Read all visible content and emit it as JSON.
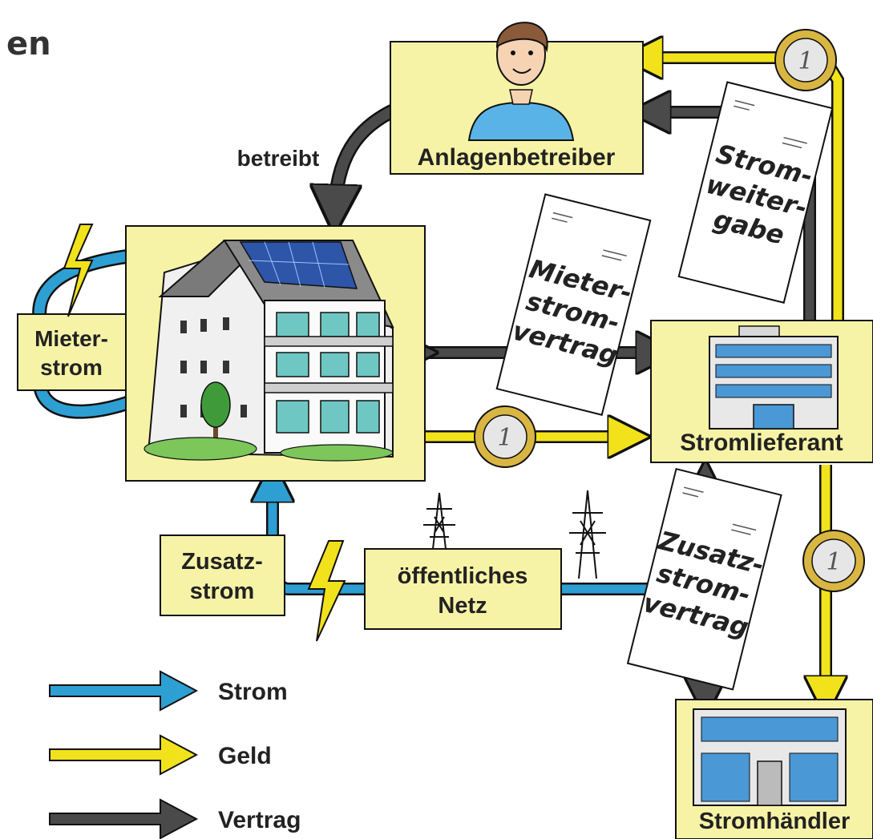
{
  "heading_fragment": "en",
  "labels": {
    "anlagenbetreiber": "Anlagenbetreiber",
    "betreibt": "betreibt",
    "mieterstrom_1": "Mieter-",
    "mieterstrom_2": "strom",
    "stromlieferant": "Stromlieferant",
    "zusatzstrom_1": "Zusatz-",
    "zusatzstrom_2": "strom",
    "netz_1": "öffentliches",
    "netz_2": "Netz",
    "stromhaendler": "Stromhändler"
  },
  "documents": {
    "stromweitergabe": [
      "Strom-",
      "weiter-",
      "gabe"
    ],
    "mieterstromvertrag": [
      "Mieter-",
      "strom-",
      "vertrag"
    ],
    "zusatzstromvertrag": [
      "Zusatz-",
      "strom-",
      "vertrag"
    ]
  },
  "legend": [
    {
      "label": "Strom",
      "color": "#2e9fd3"
    },
    {
      "label": "Geld",
      "color": "#f2e21c"
    },
    {
      "label": "Vertrag",
      "color": "#4a4a4a"
    }
  ],
  "colors": {
    "box": "#f7f3a6",
    "strom": "#2e9fd3",
    "geld": "#f2e21c",
    "vertrag": "#4a4a4a"
  }
}
